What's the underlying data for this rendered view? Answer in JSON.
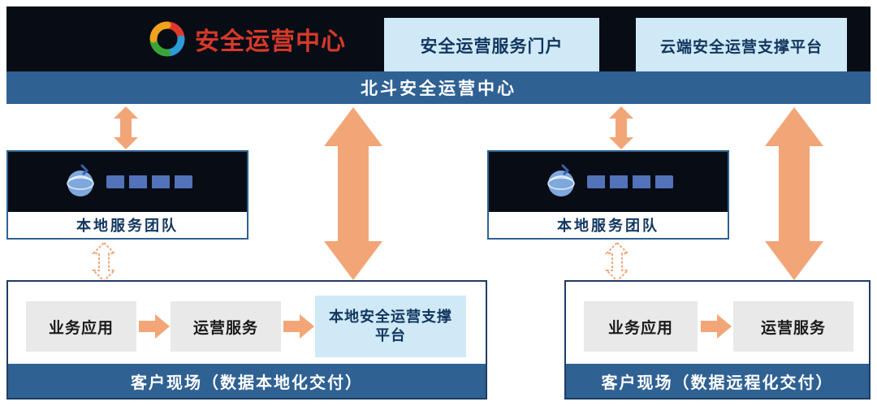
{
  "header": {
    "logo": {
      "icon": "pinwheel-logo-icon",
      "text": "安全运营中心"
    },
    "portal_box": "安全运营服务门户",
    "cloud_box": "云端安全运营支撑平台"
  },
  "soc_bar": {
    "label": "北斗安全运营中心"
  },
  "left_column": {
    "team_box": {
      "label": "本地服务团队",
      "logo": "blue-globe-logo-icon"
    },
    "site_box": {
      "items": [
        "业务应用",
        "运营服务",
        "本地安全运营支撑平台"
      ],
      "caption": "客户现场（数据本地化交付）"
    }
  },
  "right_column": {
    "team_box": {
      "label": "本地服务团队",
      "logo": "blue-globe-logo-icon"
    },
    "site_box": {
      "items": [
        "业务应用",
        "运营服务"
      ],
      "caption": "客户现场（数据远程化交付）"
    }
  },
  "colors": {
    "banner_bg": "#070c15",
    "bar_blue": "#2f6193",
    "light_blue": "#cfe9f7",
    "orange_arrow": "#f2a678",
    "gray_box": "#e9e9e9",
    "dark_navy_text": "#11355e",
    "logo_red": "#d63a2a",
    "site_border": "#1e3c64"
  }
}
